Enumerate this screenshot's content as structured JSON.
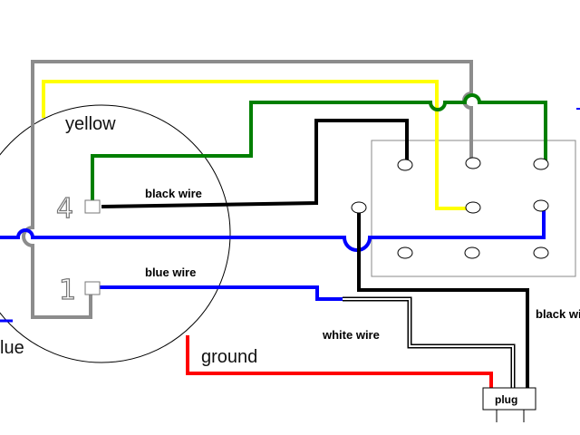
{
  "labels": {
    "yellow": "yellow",
    "black_wire_inner": "black wire",
    "blue_wire": "blue wire",
    "white_wire": "white wire",
    "ground": "ground",
    "black_wire_outer": "black wi",
    "blue_left": "lue",
    "plug": "plug",
    "terminal_4": "4",
    "terminal_1": "1"
  },
  "colors": {
    "gray": "#8c8c8c",
    "yellow": "#ffff00",
    "green": "#007f00",
    "black": "#000000",
    "blue": "#0000ff",
    "red": "#ff0000",
    "white_wire_outline": "#000000"
  }
}
